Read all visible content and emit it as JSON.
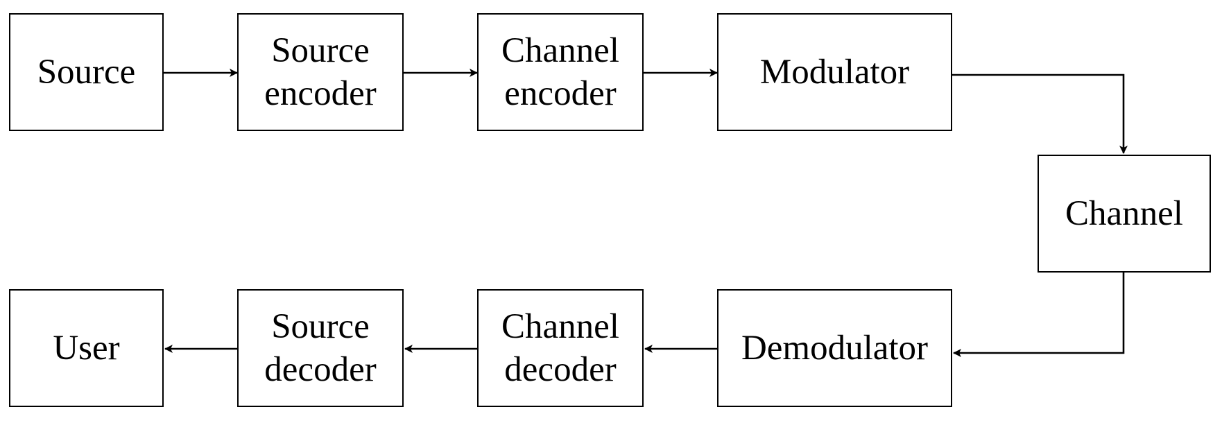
{
  "colors": {
    "stroke": "#000000",
    "background": "#ffffff",
    "text": "#000000"
  },
  "blocks": {
    "source": "Source",
    "source_encoder": "Source\nencoder",
    "channel_encoder": "Channel\nencoder",
    "modulator": "Modulator",
    "channel": "Channel",
    "demodulator": "Demodulator",
    "channel_decoder": "Channel\ndecoder",
    "source_decoder": "Source\ndecoder",
    "user": "User"
  }
}
